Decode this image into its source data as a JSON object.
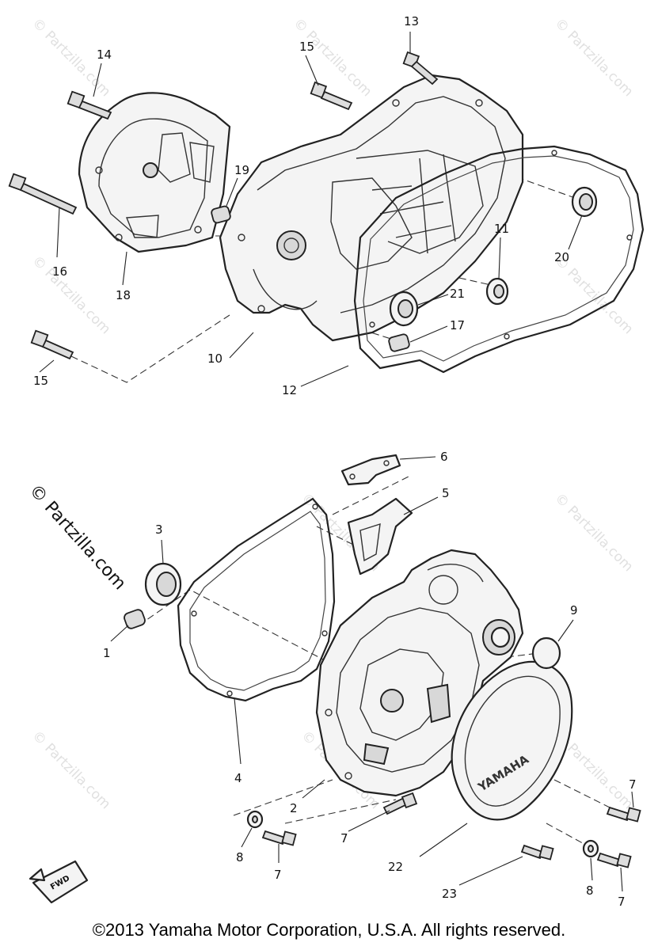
{
  "labels": [
    "1",
    "2",
    "3",
    "4",
    "5",
    "6",
    "7",
    "8",
    "9",
    "10",
    "11",
    "12",
    "13",
    "14",
    "15",
    "16",
    "17",
    "18",
    "19",
    "20",
    "21",
    "22",
    "23"
  ],
  "watermark": "© Partzilla.com",
  "cover_brand": "YAMAHA",
  "fwd_badge": "FWD",
  "copyright": "©2013 Yamaha Motor Corporation, U.S.A. All rights reserved."
}
